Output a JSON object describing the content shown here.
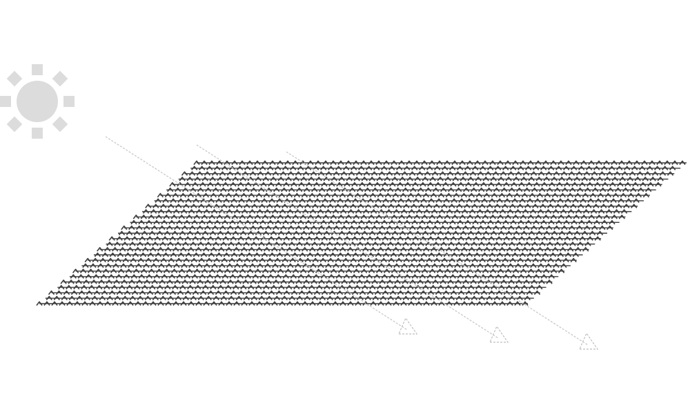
{
  "diagram": {
    "colors": {
      "background": "#ffffff",
      "sun": "#dcdcdc",
      "mesh": "#3c3c3c",
      "ray": "#c8c8c8",
      "ray_transmitted": "#bdbdbd"
    },
    "icons": {
      "light_source": "sun-icon",
      "surface": "mesh-panel",
      "rays": "light-ray-arrow"
    },
    "ray_count": 3
  }
}
